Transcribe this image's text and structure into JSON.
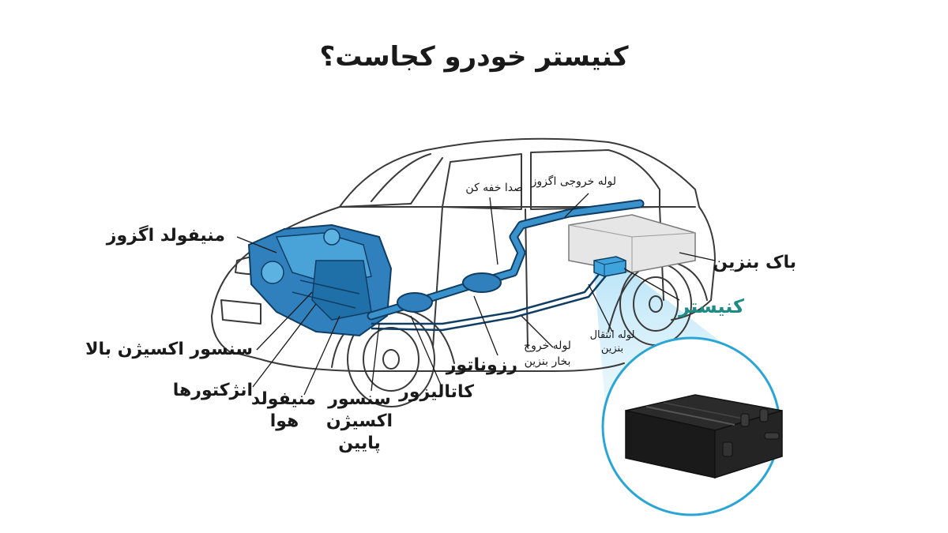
{
  "title": "کنیستر خودرو کجاست؟",
  "labels": {
    "exhaust_manifold": "منیفولد اگزوز",
    "upper_o2_sensor": "سنسور اکسیژن بالا",
    "injectors": "انژکتورها",
    "intake_manifold_1": "منیفولد",
    "intake_manifold_2": "هوا",
    "lower_o2_sensor_1": "سنسور",
    "lower_o2_sensor_2": "اکسیژن",
    "lower_o2_sensor_3": "پایین",
    "catalyst": "کاتالیزور",
    "resonator": "رزوناتور",
    "vapor_pipe_1": "لوله خروج",
    "vapor_pipe_2": "بخار بنزین",
    "fuel_transfer_pipe_1": "لوله انتقال",
    "fuel_transfer_pipe_2": "بنزین",
    "muffler": "صدا خفه کن",
    "exhaust_outlet_pipe": "لوله خروجی اگزوز",
    "fuel_tank": "باک بنزین",
    "canister": "کنیستر"
  },
  "colors": {
    "accent": "#1e8c84",
    "system_blue": "#1f6fa8",
    "system_blue_light": "#4aa3d8",
    "circle_border": "#2aa6d6",
    "car_line": "#3a3a3a"
  }
}
